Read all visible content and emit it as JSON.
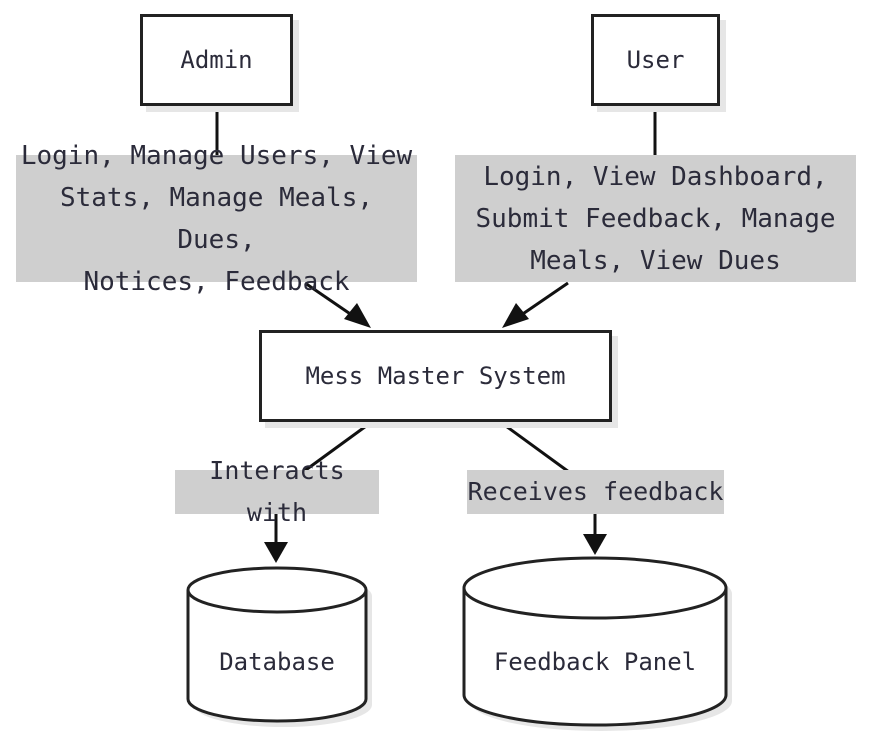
{
  "nodes": {
    "admin": "Admin",
    "user": "User",
    "system": "Mess Master System",
    "database": "Database",
    "feedback_panel": "Feedback Panel"
  },
  "edges": {
    "admin_to_system": [
      "Login, Manage Users, View",
      "Stats, Manage Meals, Dues,",
      "Notices, Feedback"
    ],
    "user_to_system": [
      "Login, View Dashboard,",
      "Submit Feedback, Manage",
      "Meals, View Dues"
    ],
    "system_to_database": "Interacts with",
    "system_to_feedback": "Receives feedback"
  }
}
